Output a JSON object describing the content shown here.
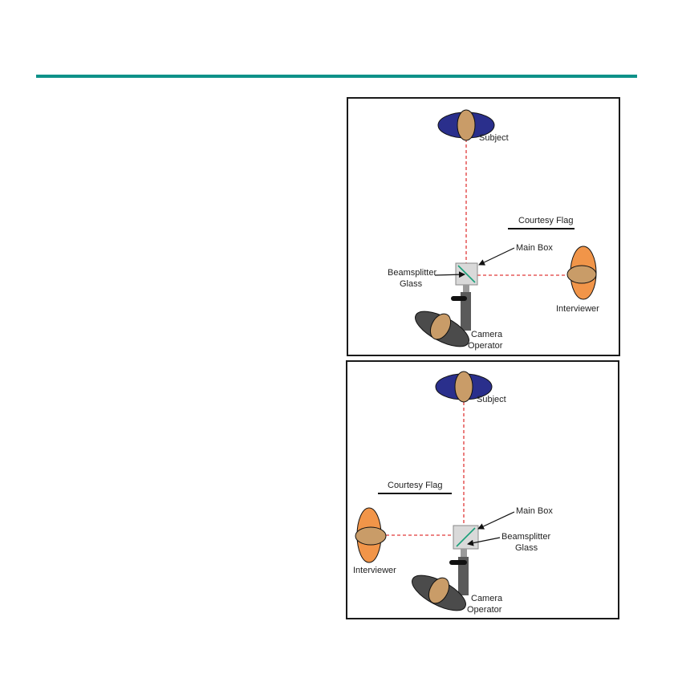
{
  "colors": {
    "accent_rule": "#0e9189",
    "subject_body": "#2a2f8c",
    "subject_head": "#c99c68",
    "interviewer_body": "#f19549",
    "interviewer_head": "#c99c68",
    "operator_body": "#4b4b4b",
    "operator_head": "#c99c68",
    "sight_line": "#e03a3a",
    "beamsplitter": "#1aa07a",
    "main_box": "#d9d9d9",
    "camera": "#5a5a5a"
  },
  "icons": {
    "subject": "person-top-view-icon",
    "interviewer": "person-top-view-icon",
    "operator": "person-top-view-icon",
    "camera": "camera-top-view-icon"
  },
  "diagrams": [
    {
      "labels": {
        "subject": "Subject",
        "courtesy_flag": "Courtesy Flag",
        "main_box": "Main Box",
        "beamsplitter_line1": "Beamsplitter",
        "beamsplitter_line2": "Glass",
        "interviewer": "Interviewer",
        "operator_line1": "Camera",
        "operator_line2": "Operator"
      }
    },
    {
      "labels": {
        "subject": "Subject",
        "courtesy_flag": "Courtesy Flag",
        "main_box": "Main Box",
        "beamsplitter_line1": "Beamsplitter",
        "beamsplitter_line2": "Glass",
        "interviewer": "Interviewer",
        "operator_line1": "Camera",
        "operator_line2": "Operator"
      }
    }
  ]
}
